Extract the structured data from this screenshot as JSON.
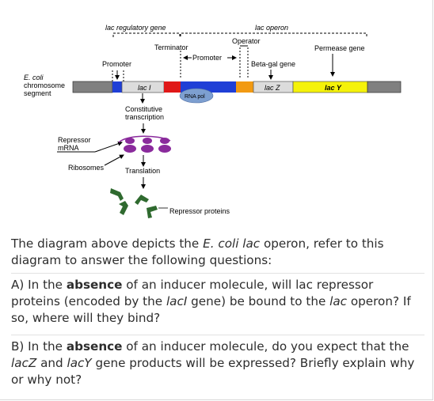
{
  "diagram": {
    "lac_regulatory_gene": "lac regulatory gene",
    "lac_operon": "lac operon",
    "terminator": "Terminator",
    "operator": "Operator",
    "promoter_left": "Promoter",
    "promoter_mid": "Promoter",
    "permease_gene": "Permease gene",
    "beta_gal_gene": "Beta-gal gene",
    "ecoli_line1": "E. coli",
    "ecoli_line2": "chromosome",
    "ecoli_line3": "segment",
    "lac_i": "lac I",
    "lac_z": "lac Z",
    "lac_y": "lac Y",
    "rna_pol": "RNA pol",
    "constitutive_line1": "Constitutive",
    "constitutive_line2": "transcription",
    "repressor_mrna_line1": "Repressor",
    "repressor_mrna_line2": "mRNA",
    "ribosomes": "Ribosomes",
    "translation": "Translation",
    "repressor_proteins": "Repressor proteins",
    "colors": {
      "lac_i_blue": "#1f3fd6",
      "terminator_red": "#e01818",
      "promoter_blue": "#1f3fd6",
      "operator_orange": "#f29a12",
      "lac_z_gray": "#dcdcdc",
      "lac_y_yellow": "#f5f20a",
      "chromosome_gray": "#808080",
      "rna_pol": "#7d9fd0",
      "mrna_purple": "#8a2a9c",
      "protein_green": "#2f6a2f"
    }
  },
  "text": {
    "p1_a": "The diagram above depicts the ",
    "p1_b": "E. coli lac",
    "p1_c": " operon, refer to this diagram to answer the following questions:",
    "p2_a": "A) In the ",
    "p2_b": "absence",
    "p2_c": " of an inducer molecule, will lac repressor proteins (encoded by the ",
    "p2_d": "lacI",
    "p2_e": " gene) be bound to the ",
    "p2_f": "lac",
    "p2_g": " operon? If so, where will they bind?",
    "p3_a": "B) In the ",
    "p3_b": "absence",
    "p3_c": " of an inducer molecule, do you expect that the ",
    "p3_d": "lacZ",
    "p3_e": " and ",
    "p3_f": "lacY",
    "p3_g": " gene products will be expressed? Briefly explain why or why not?"
  }
}
